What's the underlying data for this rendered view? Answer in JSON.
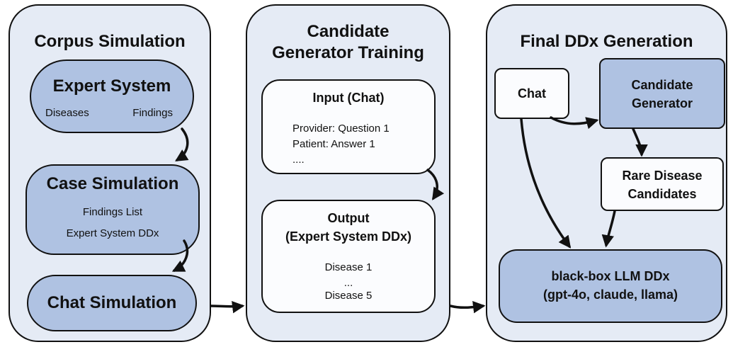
{
  "panels": {
    "corpus": {
      "title": "Corpus Simulation",
      "expert_system": {
        "title": "Expert System",
        "left": "Diseases",
        "right": "Findings"
      },
      "case_simulation": {
        "title": "Case Simulation",
        "line1": "Findings List",
        "line2": "Expert System DDx"
      },
      "chat_simulation": {
        "title": "Chat Simulation"
      }
    },
    "training": {
      "title_line1": "Candidate",
      "title_line2": "Generator Training",
      "input": {
        "title": "Input (Chat)",
        "line1": "Provider: Question 1",
        "line2": "Patient: Answer 1",
        "line3": "...."
      },
      "output": {
        "title_line1": "Output",
        "title_line2": "(Expert System DDx)",
        "line1": "Disease 1",
        "line2": "...",
        "line3": "Disease 5"
      }
    },
    "final": {
      "title": "Final DDx Generation",
      "chat": "Chat",
      "candidate_generator_line1": "Candidate",
      "candidate_generator_line2": "Generator",
      "rare_line1": "Rare Disease",
      "rare_line2": "Candidates",
      "llm_line1": "black-box LLM DDx",
      "llm_line2": "(gpt-4o, claude, llama)"
    }
  },
  "colors": {
    "panel_bg": "#e5ebf5",
    "box_blue": "#afc2e2",
    "box_white": "#fbfcfe",
    "stroke": "#111111"
  }
}
